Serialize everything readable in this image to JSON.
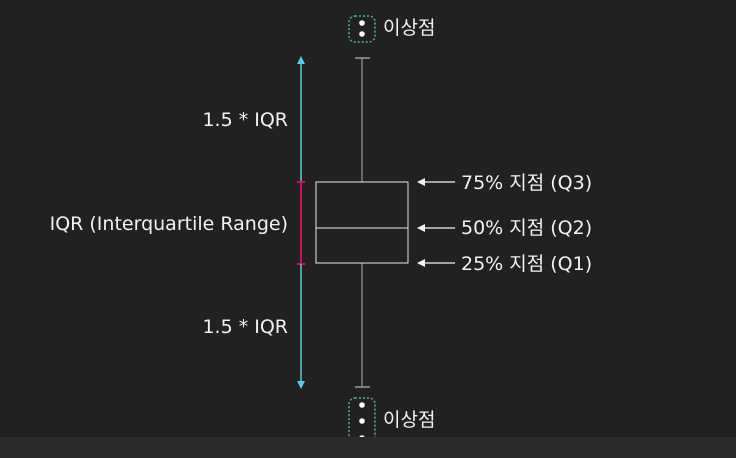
{
  "labels": {
    "outlier_top": "이상점",
    "outlier_bottom": "이상점",
    "whisker_upper": "1.5 * IQR",
    "whisker_lower": "1.5 * IQR",
    "iqr": "IQR (Interquartile Range)",
    "q3": "75% 지점 (Q3)",
    "q2": "50% 지점 (Q2)",
    "q1": "25% 지점 (Q1)"
  },
  "colors": {
    "background": "#222120",
    "whisker_arrow": "#5bc8de",
    "iqr_bracket": "#c2185b",
    "box_stroke": "#e6e6e6",
    "outlier_box": "#4ab5a8",
    "text": "#f2f2f2"
  }
}
